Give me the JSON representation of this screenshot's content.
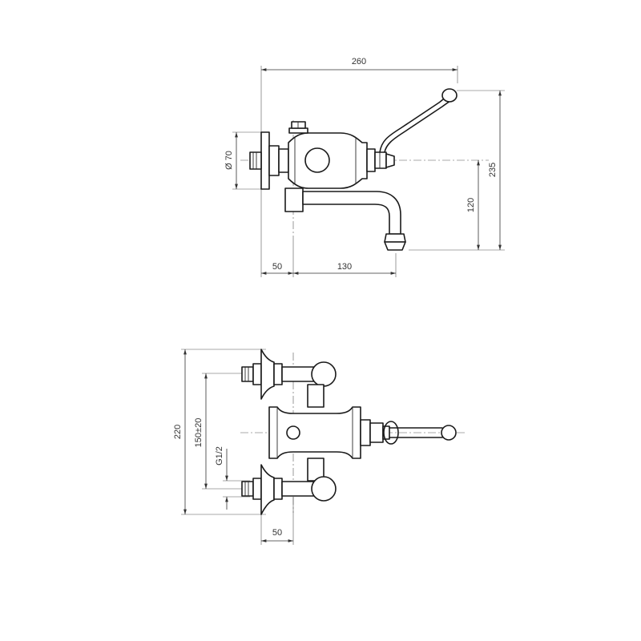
{
  "diagram": {
    "top_view": {
      "dim_overall_width": "260",
      "dim_overall_height": "235",
      "dim_diameter": "Ø 70",
      "dim_spout_height": "120",
      "dim_offset": "50",
      "dim_spout_reach": "130"
    },
    "front_view": {
      "dim_total_height": "220",
      "dim_inlet_spacing": "150±20",
      "dim_thread": "G1/2",
      "dim_offset": "50"
    }
  }
}
